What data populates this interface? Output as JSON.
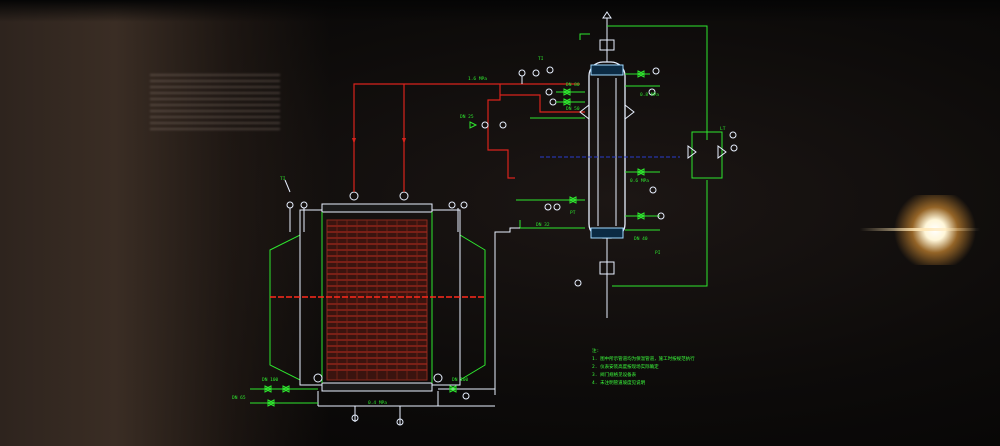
{
  "scene": {
    "description_free": true,
    "colors": {
      "line_green": "#2ee62e",
      "line_white": "#e8f0ff",
      "hot_red": "#d8231c",
      "vessel_blue": "#9fd8ff",
      "coil_red": "#a0281c",
      "flare": "#fff6d8"
    }
  },
  "labels": {
    "l_top_header": "1.6 MPa",
    "l_top_right": "0.8 MPa",
    "l_valve_a": "DN 80",
    "l_valve_b": "DN 50",
    "l_valve_c": "DN 25",
    "l_side_1": "0.6 MPa",
    "l_side_2": "DN 40",
    "l_side_3": "DN 32",
    "l_bottom_1": "DN 100",
    "l_bottom_2": "DN 65",
    "l_bottom_3": "0.4 MPa",
    "l_bottom_4": "DN 100",
    "l_left_tag": "TI",
    "l_rv": "PT",
    "l_col_a": "TI",
    "l_col_b": "PI",
    "l_col_c": "LT"
  },
  "notes": {
    "title": "注:",
    "line1": "1. 图中所示管道均为保温管道，施工时按规范执行",
    "line2": "2. 仪表安装高度按现场实际确定",
    "line3": "3. 阀门规格见设备表",
    "line4": "4. 未注明管道坡度见说明"
  },
  "icons": {
    "sun_flare": "light-flare",
    "valves": "valve-bowtie-icon",
    "gauges": "pressure-gauge-icon"
  }
}
